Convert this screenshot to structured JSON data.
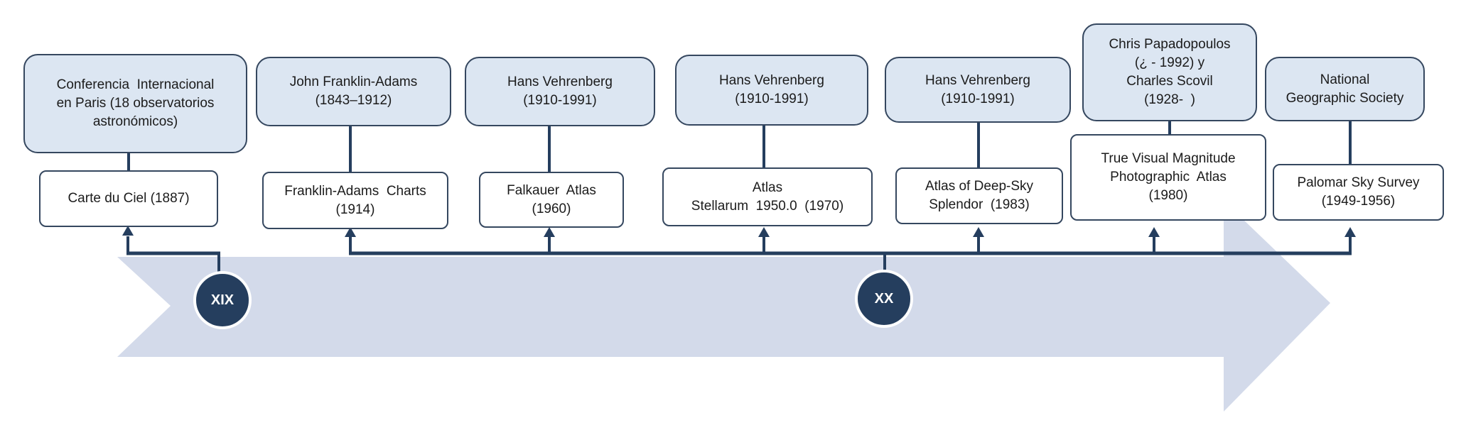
{
  "centuries": [
    {
      "label": "XIX"
    },
    {
      "label": "XX"
    }
  ],
  "entries": [
    {
      "author_lines": [
        "Conferencia  Internacional",
        "en Paris (18 observatorios",
        "astronómicos)"
      ],
      "work_lines": [
        "Carte du Ciel (1887)"
      ]
    },
    {
      "author_lines": [
        "John Franklin-Adams",
        "(1843–1912)"
      ],
      "work_lines": [
        "Franklin-Adams  Charts",
        "(1914)"
      ]
    },
    {
      "author_lines": [
        "Hans Vehrenberg",
        "(1910-1991)"
      ],
      "work_lines": [
        "Falkauer  Atlas",
        "(1960)"
      ]
    },
    {
      "author_lines": [
        "Hans Vehrenberg",
        "(1910-1991)"
      ],
      "work_lines": [
        "Atlas",
        "Stellarum  1950.0  (1970)"
      ]
    },
    {
      "author_lines": [
        "Hans Vehrenberg",
        "(1910-1991)"
      ],
      "work_lines": [
        "Atlas of Deep-Sky",
        "Splendor  (1983)"
      ]
    },
    {
      "author_lines": [
        "Chris Papadopoulos",
        "(¿ - 1992) y",
        "Charles Scovil",
        "(1928-  )"
      ],
      "work_lines": [
        "True Visual Magnitude",
        "Photographic  Atlas",
        "(1980)"
      ]
    },
    {
      "author_lines": [
        "National",
        "Geographic Society"
      ],
      "work_lines": [
        "Palomar Sky Survey",
        "(1949-1956)"
      ]
    }
  ],
  "colors": {
    "arrow": "#d3daea",
    "connector": "#253e5e",
    "author_fill": "#dce6f2",
    "border": "#35475f"
  }
}
